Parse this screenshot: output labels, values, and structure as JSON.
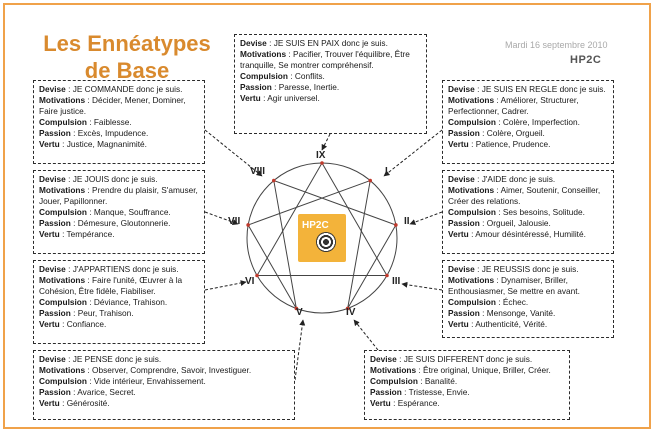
{
  "title": "Les Ennéatypes de Base",
  "date": "Mardi 16 septembre 2010",
  "logo": "HP2C",
  "center_logo": "HP2C",
  "colors": {
    "border": "#f0a24a",
    "title": "#d98a2e",
    "logo_bg": "#f3b33a"
  },
  "numerals": [
    "IX",
    "I",
    "II",
    "III",
    "IV",
    "V",
    "VI",
    "VII",
    "VIII"
  ],
  "types": [
    {
      "id": "IX",
      "devise_label": "Devise",
      "devise": "JE SUIS EN PAIX donc je suis.",
      "motivations": "Pacifier, Trouver l'équilibre, Être tranquille, Se montrer compréhensif.",
      "compulsion": "Conflits.",
      "passion": "Paresse, Inertie.",
      "vertu": "Agir universel."
    },
    {
      "id": "VIII",
      "devise_label": "Devise",
      "devise": "JE COMMANDE donc je suis.",
      "motivations": "Décider, Mener, Dominer, Faire justice.",
      "compulsion": "Faiblesse.",
      "passion": "Excès, Impudence.",
      "vertu": "Justice, Magnanimité."
    },
    {
      "id": "I",
      "devise_label": "Devise",
      "devise": "JE SUIS EN REGLE donc je suis.",
      "motivations": "Améliorer, Structurer, Perfectionner, Cadrer.",
      "compulsion": "Colère, Imperfection.",
      "passion": "Colère, Orgueil.",
      "vertu": "Patience, Prudence."
    },
    {
      "id": "VII",
      "devise_label": "Devise",
      "devise": "JE JOUIS donc je suis.",
      "motivations": "Prendre du plaisir, S'amuser, Jouer, Papillonner.",
      "compulsion": "Manque, Souffrance.",
      "passion": "Démesure, Gloutonnerie.",
      "vertu": "Tempérance."
    },
    {
      "id": "II",
      "devise_label": "Devise",
      "devise": "J'AIDE donc je suis.",
      "motivations": "Aimer, Soutenir, Conseiller, Créer des relations.",
      "compulsion": "Ses besoins, Solitude.",
      "passion": "Orgueil, Jalousie.",
      "vertu": "Amour désintéressé, Humilité."
    },
    {
      "id": "VI",
      "devise_label": "Devise",
      "devise": "J'APPARTIENS donc je suis.",
      "motivations": "Faire l'unité, Œuvrer à la Cohésion, Être fidèle, Fiabiliser.",
      "compulsion": "Déviance, Trahison.",
      "passion": "Peur, Trahison.",
      "vertu": "Confiance."
    },
    {
      "id": "III",
      "devise_label": "Devise",
      "devise": "JE REUSSIS donc je suis.",
      "motivations": "Dynamiser, Briller, Enthousiasmer, Se mettre en avant.",
      "compulsion": "Échec.",
      "passion": "Mensonge, Vanité.",
      "vertu": "Authenticité, Vérité."
    },
    {
      "id": "V",
      "devise_label": "Devise",
      "devise": "JE PENSE donc je suis.",
      "motivations": "Observer, Comprendre, Savoir, Investiguer.",
      "compulsion": "Vide intérieur, Envahissement.",
      "passion": "Avarice, Secret.",
      "vertu": "Générosité."
    },
    {
      "id": "IV",
      "devise_label": "Devise",
      "devise": "JE SUIS DIFFERENT donc je suis.",
      "motivations": "Être original, Unique, Briller, Créer.",
      "compulsion": "Banalité.",
      "passion": "Tristesse, Envie.",
      "vertu": "Espérance."
    }
  ],
  "labels": {
    "motivations": "Motivations",
    "compulsion": "Compulsion",
    "passion": "Passion",
    "vertu": "Vertu"
  }
}
